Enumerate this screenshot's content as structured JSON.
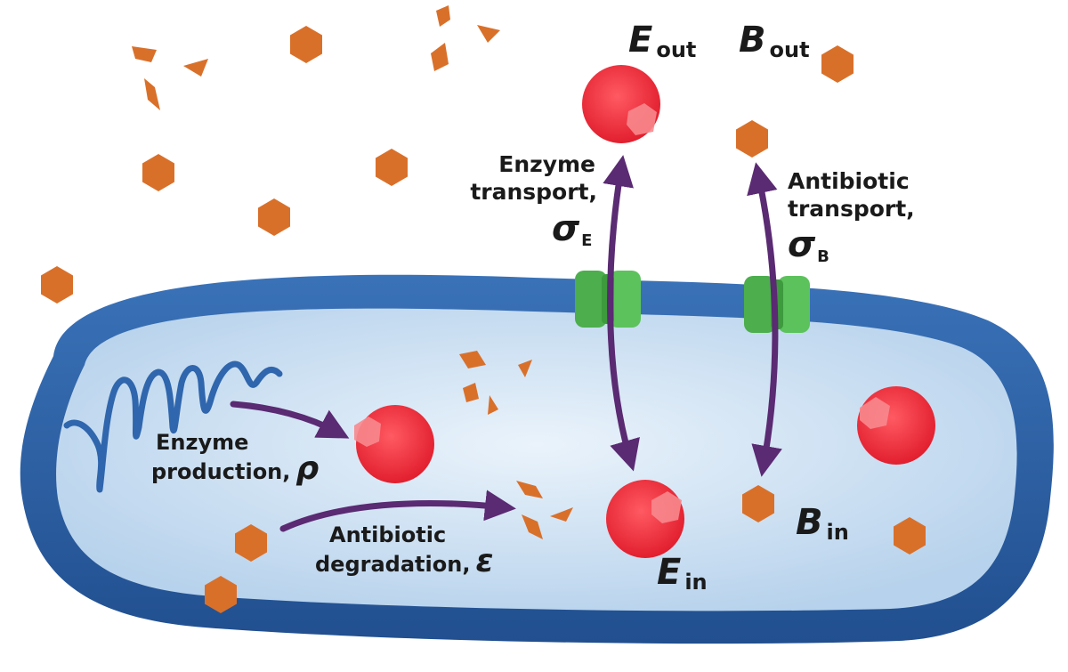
{
  "labels": {
    "e_out": {
      "symbol": "E",
      "sub": "out"
    },
    "b_out": {
      "symbol": "B",
      "sub": "out"
    },
    "e_in": {
      "symbol": "E",
      "sub": "in"
    },
    "b_in": {
      "symbol": "B",
      "sub": "in"
    },
    "enzyme_transport": {
      "line1": "Enzyme",
      "line2": "transport,",
      "symbol": "σ",
      "sub": "E"
    },
    "antibiotic_transport": {
      "line1": "Antibiotic",
      "line2": "transport,",
      "symbol": "σ",
      "sub": "B"
    },
    "enzyme_production": {
      "line1": "Enzyme",
      "line2": "production,",
      "symbol": "ρ"
    },
    "antibiotic_degradation": {
      "line1": "Antibiotic",
      "line2": "degradation,",
      "symbol": "ε"
    }
  },
  "colors": {
    "membrane": "#2a5c9e",
    "cytoplasm": "#cfe2f3",
    "enzyme": "#ee2f3c",
    "antibiotic": "#d9702a",
    "transporter": "#4cae4c",
    "arrow": "#5a2a72",
    "mrna": "#2f66ad"
  }
}
